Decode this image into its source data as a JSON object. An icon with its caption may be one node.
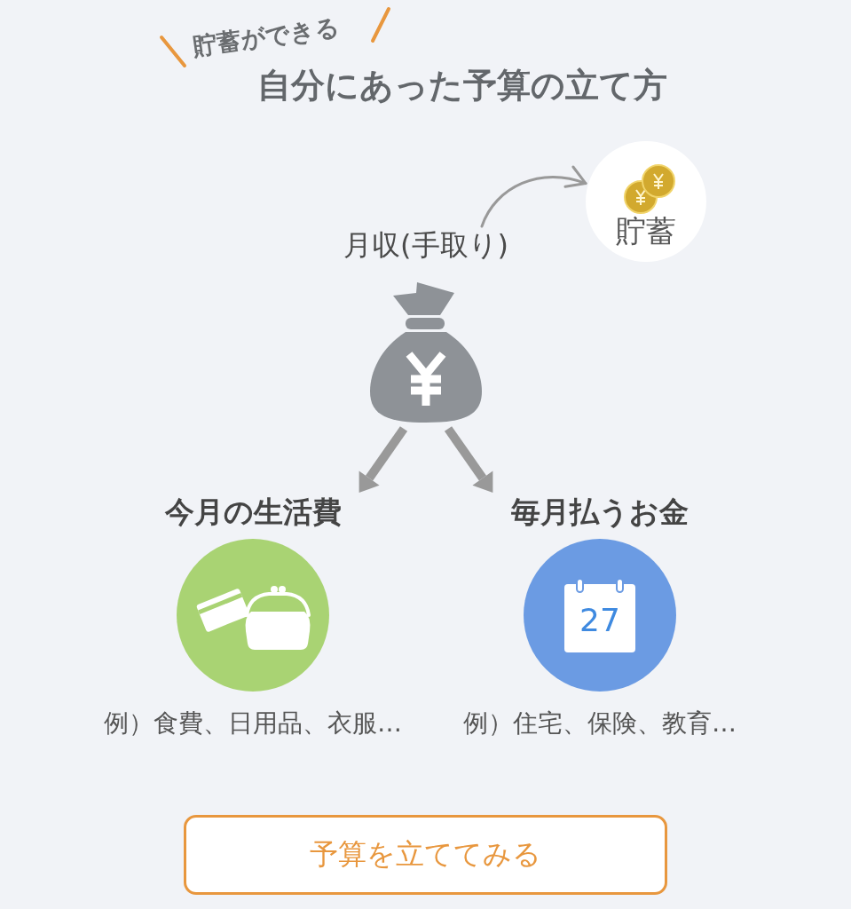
{
  "diagram": {
    "title": "自分にあった予算の立て方",
    "nodes": [
      {
        "text": [
          "月収(手取り)"
        ]
      },
      {
        "text": [
          "貯蓄"
        ]
      },
      {
        "text": [
          "今月の生活費"
        ],
        "beside": [
          "例）食費、日用品、衣服…"
        ]
      },
      {
        "text": [
          "毎月払うお金"
        ],
        "beside": [
          "例）住宅、保険、教育…"
        ]
      }
    ],
    "edges": [
      {
        "from": 0,
        "to": 1,
        "arrow": "to"
      },
      {
        "from": 0,
        "to": 2,
        "arrow": "to"
      },
      {
        "from": 0,
        "to": 3,
        "arrow": "to"
      }
    ],
    "labels": [
      "貯蓄ができる",
      "27",
      "予算を立ててみる"
    ]
  }
}
